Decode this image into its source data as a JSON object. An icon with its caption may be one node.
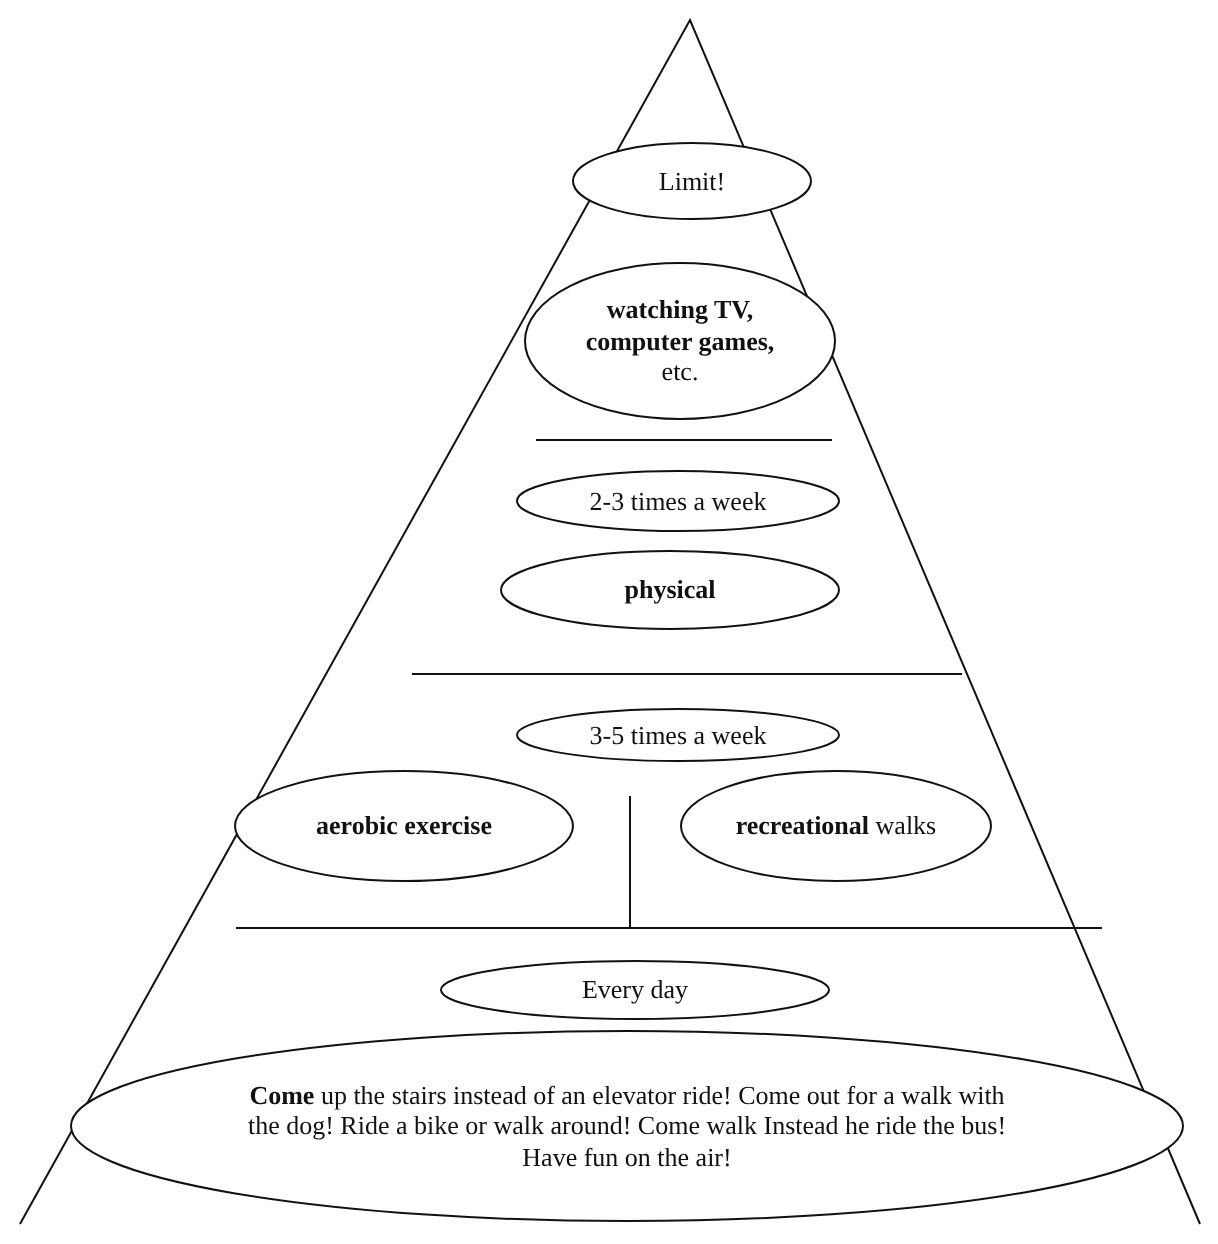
{
  "diagram": {
    "nodes": [
      {
        "text": [
          "Limit!"
        ]
      },
      {
        "text": [
          "**watching TV, computer games,** etc."
        ]
      },
      {
        "text": [
          "2-3 times a week"
        ]
      },
      {
        "text": [
          "physical"
        ]
      },
      {
        "text": [
          "3-5 times a week"
        ]
      },
      {
        "text": [
          "aerobic exercise"
        ]
      },
      {
        "text": [
          "**recreational** walks"
        ]
      },
      {
        "text": [
          "Every day"
        ]
      },
      {
        "text": [
          "**Come** up the stairs instead of an elevator ride! Come out for a walk with the dog! Ride a bike or walk around! Come walk Instead he ride the bus! Have fun on the air!"
        ]
      }
    ]
  }
}
